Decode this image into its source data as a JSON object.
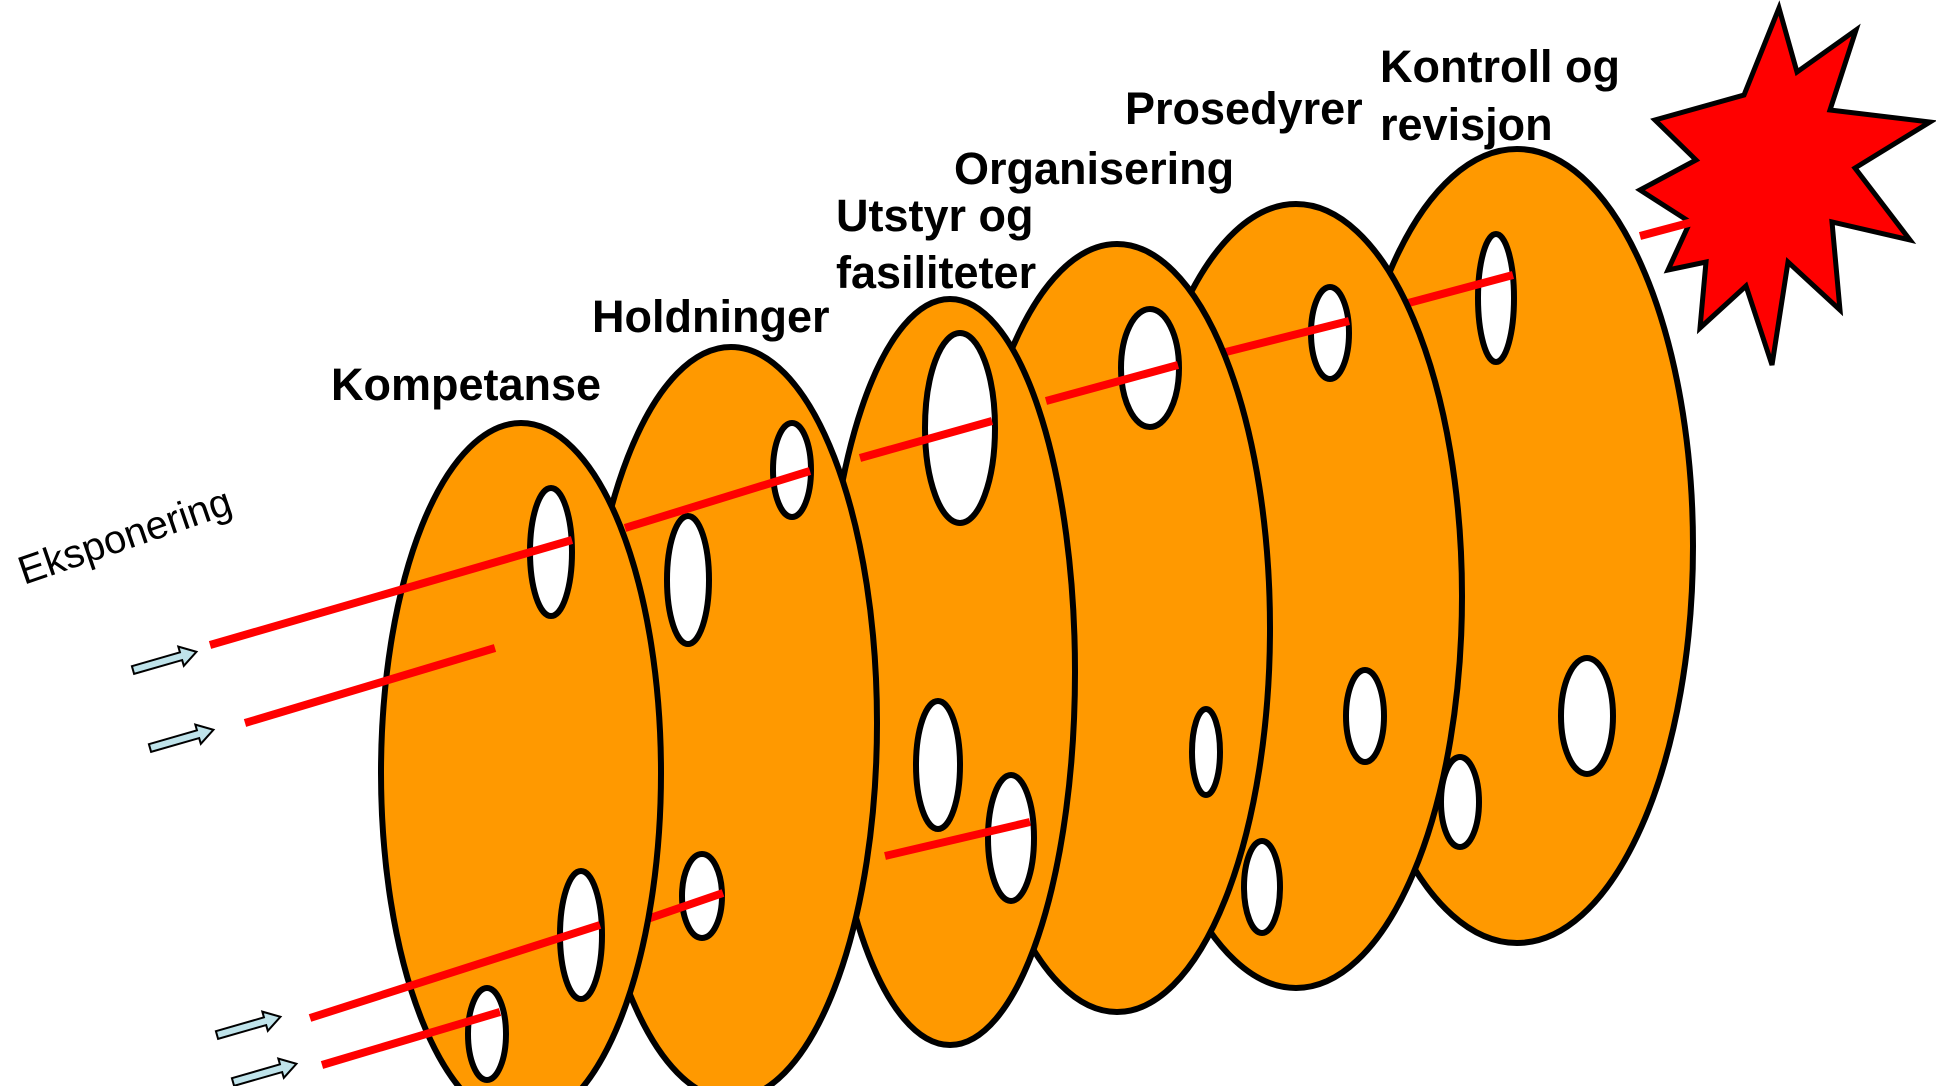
{
  "diagram": {
    "title": "",
    "exposure_label": "Eksponering",
    "layer_labels": [
      "Kompetanse",
      "Holdninger",
      "Utstyr og",
      "fasiliteter",
      "Organisering",
      "Prosedyrer",
      "Kontroll og",
      "revisjon"
    ],
    "colors": {
      "layer_fill": "#FF9900",
      "outline": "#000000",
      "hole_fill": "#FFFFFF",
      "exposure_ray": "#FF0000",
      "incident_burst": "#FF0000",
      "exposure_arrow": "#BFE3EA"
    },
    "icons": {
      "incident": "explosion-burst-icon",
      "exposure": "arrow-right-icon"
    }
  }
}
